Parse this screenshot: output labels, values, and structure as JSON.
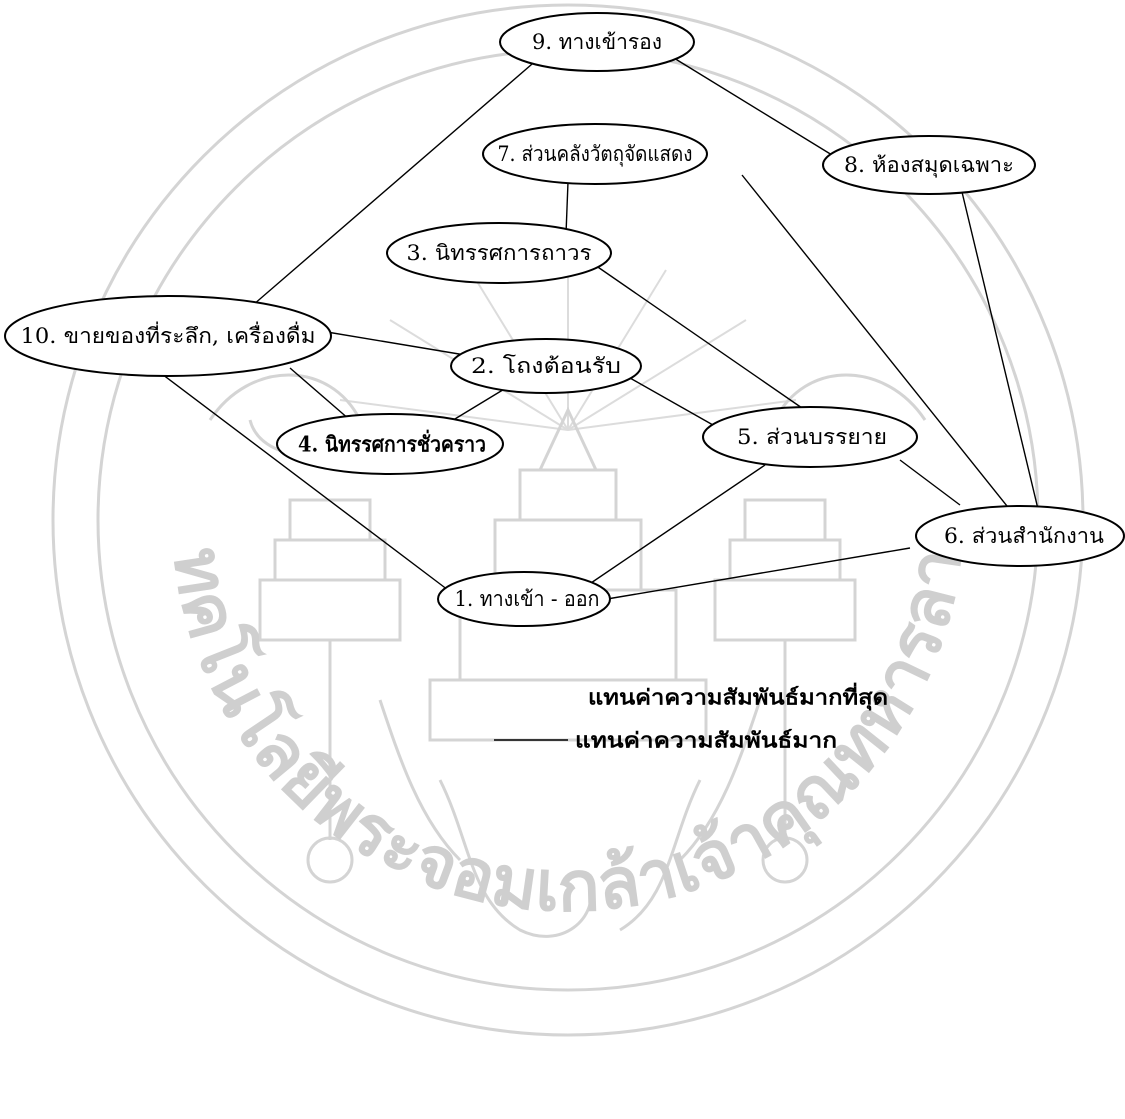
{
  "diagram": {
    "nodes": [
      {
        "id": "n9",
        "label": "9. ทางเข้ารอง"
      },
      {
        "id": "n7",
        "label": "7. ส่วนคลังวัตถุจัดแสดง"
      },
      {
        "id": "n8",
        "label": "8. ห้องสมุดเฉพาะ"
      },
      {
        "id": "n3",
        "label": "3. นิทรรศการถาวร"
      },
      {
        "id": "n10",
        "label": "10. ขายของที่ระลึก, เครื่องดื่ม"
      },
      {
        "id": "n2",
        "label": "2. โถงต้อนรับ"
      },
      {
        "id": "n4",
        "label": "4. นิทรรศการชั่วคราว"
      },
      {
        "id": "n5",
        "label": "5. ส่วนบรรยาย"
      },
      {
        "id": "n6",
        "label": "6. ส่วนสำนักงาน"
      },
      {
        "id": "n1",
        "label": "1. ทางเข้า - ออก"
      }
    ],
    "edges": [
      {
        "from": "n9",
        "to": "n8",
        "type": "strong"
      },
      {
        "from": "n9",
        "to": "n10",
        "type": "strong"
      },
      {
        "from": "n7",
        "to": "n3",
        "type": "strong"
      },
      {
        "from": "n7",
        "to": "n6",
        "type": "strong"
      },
      {
        "from": "n8",
        "to": "n6",
        "type": "strong"
      },
      {
        "from": "n3",
        "to": "n5",
        "type": "strong"
      },
      {
        "from": "n10",
        "to": "n2",
        "type": "strong"
      },
      {
        "from": "n10",
        "to": "n4",
        "type": "strong"
      },
      {
        "from": "n10",
        "to": "n1",
        "type": "strong"
      },
      {
        "from": "n2",
        "to": "n4",
        "type": "strong"
      },
      {
        "from": "n2",
        "to": "n5",
        "type": "strong"
      },
      {
        "from": "n5",
        "to": "n1",
        "type": "strong"
      },
      {
        "from": "n5",
        "to": "n6",
        "type": "strong"
      },
      {
        "from": "n1",
        "to": "n6",
        "type": "strong"
      }
    ]
  },
  "legend": {
    "most_label": "แทนค่าความสัมพันธ์มากที่สุด",
    "much_label": "แทนค่าความสัมพันธ์มาก"
  },
  "watermark": {
    "text": "สถาบันเทคโนโลยีพระจอมเกล้าเจ้าคุณทหารลาดกระบัง"
  }
}
